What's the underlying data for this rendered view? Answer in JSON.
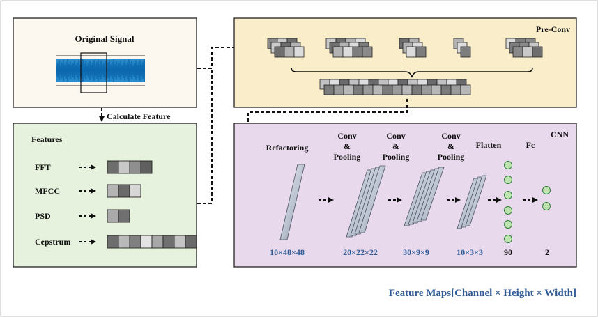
{
  "original_signal": {
    "title": "Original Signal"
  },
  "calc_feature": {
    "label": "Calculate Feature"
  },
  "features": {
    "title": "Features",
    "items": [
      {
        "name": "FFT",
        "cells": [
          "#6d6d6d",
          "#c8c8c8",
          "#8f8f8f",
          "#5f5f5f"
        ]
      },
      {
        "name": "MFCC",
        "cells": [
          "#b4b4b4",
          "#6a6a6a",
          "#d6d6d6"
        ]
      },
      {
        "name": "PSD",
        "cells": [
          "#aaaaaa",
          "#707070"
        ]
      },
      {
        "name": "Cepstrum",
        "cells": [
          "#6d6d6d",
          "#b9b9b9",
          "#808080",
          "#e3e3e3",
          "#a8a8a8",
          "#707070",
          "#c4c4c4",
          "#6a6a6a"
        ]
      }
    ]
  },
  "pre_conv": {
    "title": "Pre-Conv"
  },
  "cnn": {
    "title": "CNN",
    "stages": [
      {
        "label": [
          "Refactoring"
        ],
        "dims": "10×48×48"
      },
      {
        "label": [
          "Conv",
          "&",
          "Pooling"
        ],
        "dims": "20×22×22"
      },
      {
        "label": [
          "Conv",
          "&",
          "Pooling"
        ],
        "dims": "30×9×9"
      },
      {
        "label": [
          "Conv",
          "&",
          "Pooling"
        ],
        "dims": "10×3×3"
      },
      {
        "label": [
          "Flatten"
        ],
        "dims": "90"
      },
      {
        "label": [
          "Fc"
        ],
        "dims": "2"
      }
    ]
  },
  "feature_maps_caption": "Feature Maps[Channel × Height × Width]"
}
